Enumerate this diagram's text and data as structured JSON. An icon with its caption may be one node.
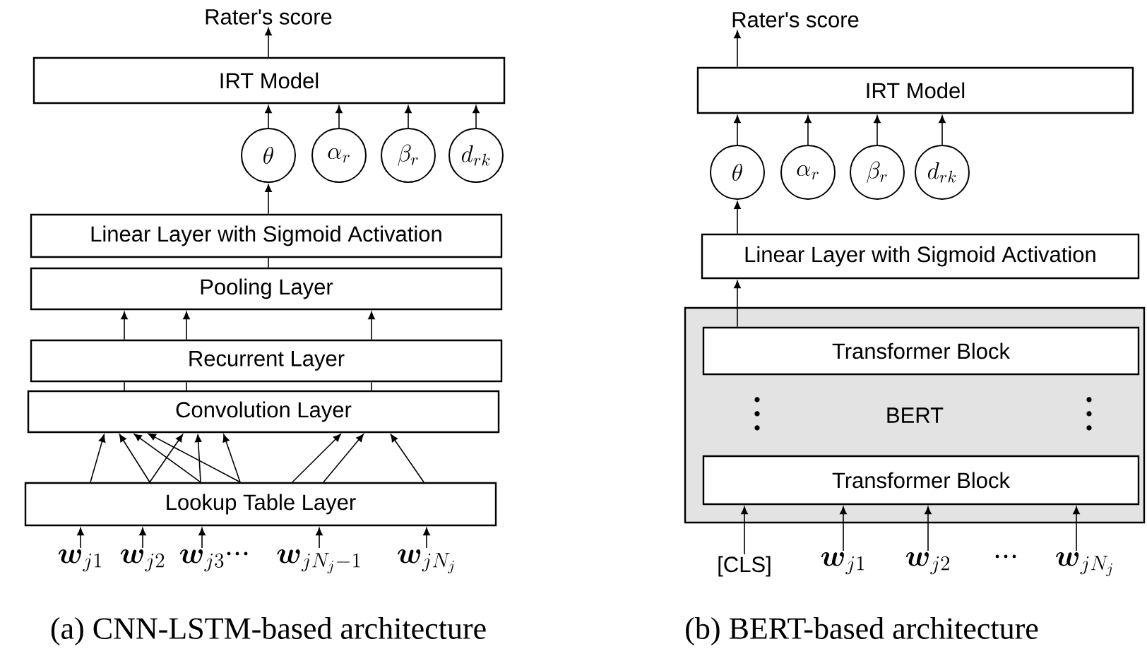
{
  "diagram": {
    "nodes": [
      {
        "text": [
          "Rater's score"
        ]
      },
      {
        "text": [
          "IRT Model"
        ]
      },
      {
        "text": [
          "\\theta"
        ]
      },
      {
        "text": [
          "\\alpha_r"
        ]
      },
      {
        "text": [
          "\\beta_r"
        ]
      },
      {
        "text": [
          "d_{rk}"
        ]
      },
      {
        "text": [
          "Linear Layer with Sigmoid Activation"
        ]
      },
      {
        "text": [
          "Pooling Layer"
        ]
      },
      {
        "text": [
          "Recurrent Layer"
        ]
      },
      {
        "text": [
          "Convolution Layer"
        ]
      },
      {
        "text": [
          "Lookup Table Layer"
        ]
      },
      {
        "text": [
          "\\boldsymbol{w}_{j1}"
        ]
      },
      {
        "text": [
          "\\boldsymbol{w}_{j2}"
        ]
      },
      {
        "text": [
          "\\boldsymbol{w}_{j3}"
        ]
      },
      {
        "text": [
          "\\boldsymbol{w}_{jN_j-1}"
        ]
      },
      {
        "text": [
          "\\boldsymbol{w}_{jN_j}"
        ]
      },
      {
        "text": [
          "Rater's score"
        ]
      },
      {
        "text": [
          "IRT Model"
        ]
      },
      {
        "text": [
          "\\theta"
        ]
      },
      {
        "text": [
          "\\alpha_r"
        ]
      },
      {
        "text": [
          "\\beta_r"
        ]
      },
      {
        "text": [
          "d_{rk}"
        ]
      },
      {
        "text": [
          "Linear Layer with Sigmoid Activation"
        ]
      },
      {
        "text": [
          "BERT"
        ]
      },
      {
        "text": [
          "Transformer Block"
        ],
        "in": 23
      },
      {
        "text": [
          "Transformer Block"
        ],
        "in": 23
      },
      {
        "text": [
          "[CLS]"
        ]
      },
      {
        "text": [
          "\\boldsymbol{w}_{j1}"
        ]
      },
      {
        "text": [
          "\\boldsymbol{w}_{j2}"
        ]
      },
      {
        "text": [
          "\\boldsymbol{w}_{jN_j}"
        ]
      }
    ],
    "edges": [
      {
        "from": 1,
        "to": 0,
        "arrow": "to"
      },
      {
        "from": 2,
        "to": 1,
        "arrow": "to"
      },
      {
        "from": 3,
        "to": 1,
        "arrow": "to"
      },
      {
        "from": 4,
        "to": 1,
        "arrow": "to"
      },
      {
        "from": 5,
        "to": 1,
        "arrow": "to"
      },
      {
        "from": 6,
        "to": 2,
        "arrow": "to"
      },
      {
        "from": 7,
        "to": 6,
        "arrow": "none"
      },
      {
        "from": 8,
        "to": 7,
        "arrow": "to"
      },
      {
        "from": 8,
        "to": 7,
        "arrow": "to"
      },
      {
        "from": 8,
        "to": 7,
        "arrow": "to"
      },
      {
        "from": 9,
        "to": 8,
        "arrow": "none"
      },
      {
        "from": 9,
        "to": 8,
        "arrow": "none"
      },
      {
        "from": 9,
        "to": 8,
        "arrow": "none"
      },
      {
        "from": 10,
        "to": 9,
        "arrow": "to"
      },
      {
        "from": 10,
        "to": 9,
        "arrow": "to"
      },
      {
        "from": 10,
        "to": 9,
        "arrow": "to"
      },
      {
        "from": 10,
        "to": 9,
        "arrow": "to"
      },
      {
        "from": 10,
        "to": 9,
        "arrow": "to"
      },
      {
        "from": 10,
        "to": 9,
        "arrow": "to"
      },
      {
        "from": 10,
        "to": 9,
        "arrow": "to"
      },
      {
        "from": 10,
        "to": 9,
        "arrow": "to"
      },
      {
        "from": 10,
        "to": 9,
        "arrow": "to"
      },
      {
        "from": 10,
        "to": 9,
        "arrow": "to"
      },
      {
        "from": 11,
        "to": 10,
        "arrow": "to"
      },
      {
        "from": 12,
        "to": 10,
        "arrow": "to"
      },
      {
        "from": 13,
        "to": 10,
        "arrow": "to"
      },
      {
        "from": 14,
        "to": 10,
        "arrow": "to"
      },
      {
        "from": 15,
        "to": 10,
        "arrow": "to"
      },
      {
        "from": 17,
        "to": 16,
        "arrow": "to"
      },
      {
        "from": 18,
        "to": 17,
        "arrow": "to"
      },
      {
        "from": 19,
        "to": 17,
        "arrow": "to"
      },
      {
        "from": 20,
        "to": 17,
        "arrow": "to"
      },
      {
        "from": 21,
        "to": 17,
        "arrow": "to"
      },
      {
        "from": 22,
        "to": 18,
        "arrow": "to"
      },
      {
        "from": 24,
        "to": 22,
        "arrow": "to"
      },
      {
        "from": 26,
        "to": 25,
        "arrow": "to"
      },
      {
        "from": 27,
        "to": 25,
        "arrow": "to"
      },
      {
        "from": 28,
        "to": 25,
        "arrow": "to"
      },
      {
        "from": 29,
        "to": 25,
        "arrow": "to"
      }
    ],
    "labels": [
      "(a) CNN-LSTM-based architecture",
      "(b) BERT-based architecture"
    ]
  }
}
